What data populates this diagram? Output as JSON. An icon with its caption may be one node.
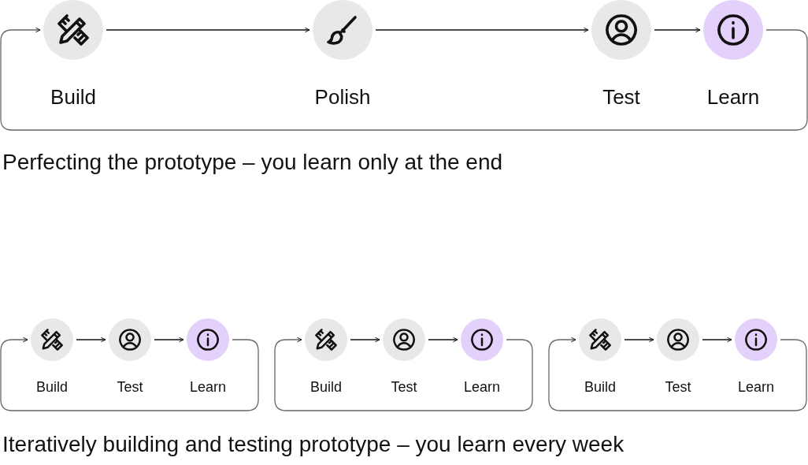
{
  "diagram": {
    "nodes": [
      {
        "text": [
          "Build"
        ]
      },
      {
        "text": [
          "Polish"
        ]
      },
      {
        "text": [
          "Test"
        ]
      },
      {
        "text": [
          "Learn"
        ]
      },
      {
        "text": [
          "Build"
        ]
      },
      {
        "text": [
          "Test"
        ]
      },
      {
        "text": [
          "Learn"
        ]
      },
      {
        "text": [
          "Build"
        ]
      },
      {
        "text": [
          "Test"
        ]
      },
      {
        "text": [
          "Learn"
        ]
      },
      {
        "text": [
          "Build"
        ]
      },
      {
        "text": [
          "Test"
        ]
      },
      {
        "text": [
          "Learn"
        ]
      }
    ],
    "edges": [
      {
        "from": 0,
        "to": 1,
        "arrow": "to"
      },
      {
        "from": 1,
        "to": 2,
        "arrow": "to"
      },
      {
        "from": 2,
        "to": 3,
        "arrow": "to"
      },
      {
        "from": 3,
        "to": 0,
        "arrow": "to"
      },
      {
        "from": 4,
        "to": 5,
        "arrow": "to"
      },
      {
        "from": 5,
        "to": 6,
        "arrow": "to"
      },
      {
        "from": 6,
        "to": 4,
        "arrow": "to"
      },
      {
        "from": 7,
        "to": 8,
        "arrow": "to"
      },
      {
        "from": 8,
        "to": 9,
        "arrow": "to"
      },
      {
        "from": 9,
        "to": 7,
        "arrow": "to"
      },
      {
        "from": 10,
        "to": 11,
        "arrow": "to"
      },
      {
        "from": 11,
        "to": 12,
        "arrow": "to"
      },
      {
        "from": 12,
        "to": 10,
        "arrow": "to"
      }
    ],
    "labels": [
      "Perfecting the prototype – you learn only at the end",
      "Iteratively building and testing prototype – you learn every week"
    ]
  }
}
